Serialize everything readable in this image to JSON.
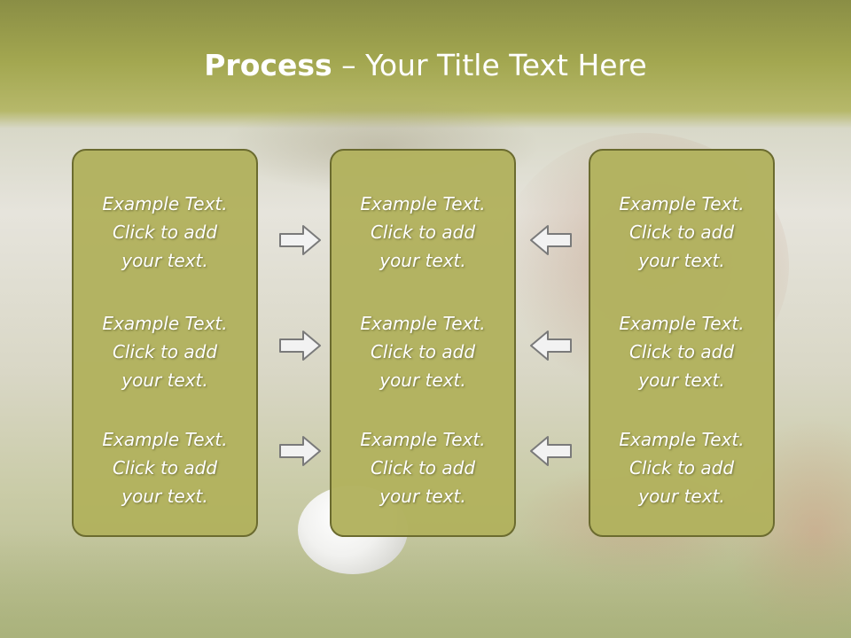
{
  "title": {
    "bold": "Process",
    "rest": " – Your Title Text Here"
  },
  "columns": [
    {
      "items": [
        {
          "line1": "Example Text.",
          "line2": "Click  to add",
          "line3": "your text."
        },
        {
          "line1": "Example Text.",
          "line2": "Click  to add",
          "line3": "your text."
        },
        {
          "line1": "Example Text.",
          "line2": "Click  to add",
          "line3": "your text."
        }
      ]
    },
    {
      "items": [
        {
          "line1": "Example Text.",
          "line2": "Click  to add",
          "line3": "your text."
        },
        {
          "line1": "Example Text.",
          "line2": "Click  to add",
          "line3": "your text."
        },
        {
          "line1": "Example Text.",
          "line2": "Click  to add",
          "line3": "your text."
        }
      ]
    },
    {
      "items": [
        {
          "line1": "Example Text.",
          "line2": "Click  to add",
          "line3": "your text."
        },
        {
          "line1": "Example Text.",
          "line2": "Click  to add",
          "line3": "your text."
        },
        {
          "line1": "Example Text.",
          "line2": "Click  to add",
          "line3": "your text."
        }
      ]
    }
  ],
  "icons": {
    "left_arrows": "arrow-right-icon",
    "right_arrows": "arrow-left-icon"
  },
  "colors": {
    "panel_fill": "#b2b25e",
    "panel_border": "#6b6b2f",
    "header": "#8a8e45",
    "arrow_fill": "#f2f2f2",
    "arrow_stroke": "#7a7a7a"
  }
}
